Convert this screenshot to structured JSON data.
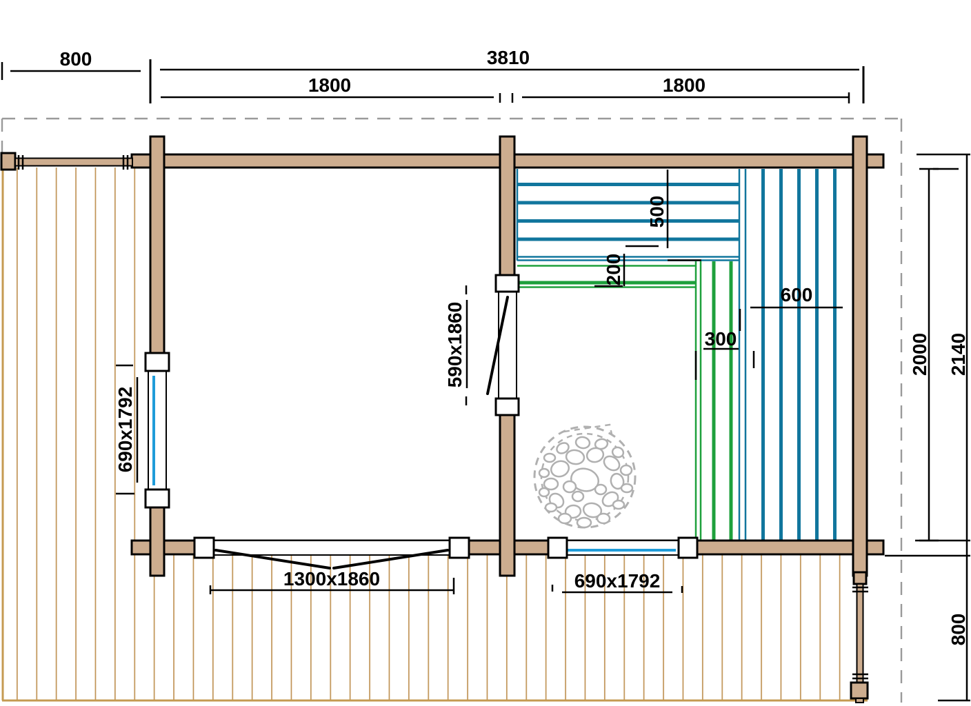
{
  "plan": {
    "type": "sauna-cabin-floor-plan",
    "rooms": [
      "terrace",
      "relax-room",
      "sauna-room"
    ]
  },
  "dims": {
    "porch_width": "800",
    "total_width": "3810",
    "living_width": "1800",
    "sauna_width": "1800",
    "inner_depth": "2000",
    "outer_depth": "2140",
    "deck_depth": "800",
    "bench_depth": "500",
    "step_depth": "200",
    "duckboard_width": "600",
    "side_bench_width": "300",
    "window_left": "690x1792",
    "door_inner": "590x1860",
    "door_double": "1300x1860",
    "window_sauna": "690x1792"
  },
  "colors": {
    "wall": "#cdad8f",
    "deck_line": "#c09355",
    "deck_border": "#c49a52",
    "overhang": "#9a9a9a",
    "bench_teal": "#11769d",
    "bench_green": "#1ea03c",
    "glass_blue": "#1f9cd9",
    "stone_gray": "#b0b0b0",
    "dim_color": "#000000"
  }
}
